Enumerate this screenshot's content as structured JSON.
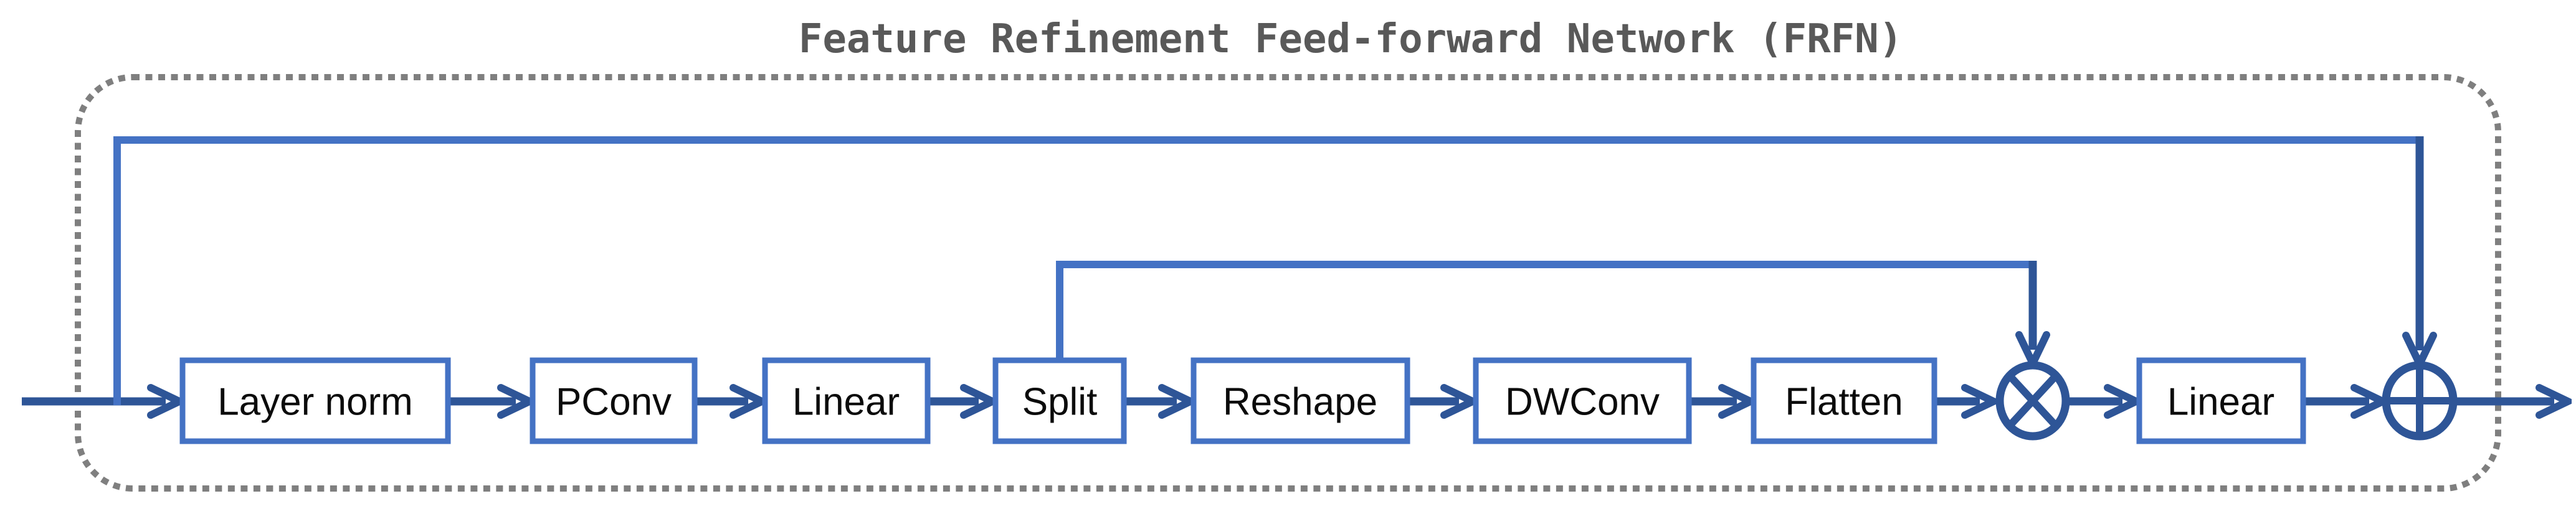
{
  "title": "Feature Refinement Feed-forward Network (FRFN)",
  "colors": {
    "background": "#FFFFFF",
    "frame_dotted": "#7F7F7F",
    "title_text": "#595959",
    "box_border": "#4472C4",
    "box_fill": "#FFFFFF",
    "box_text": "#0B0B0B",
    "main_arrow": "#2E5597",
    "skip_line": "#4472C4"
  },
  "diagram": {
    "nodes": [
      {
        "label": "Layer norm"
      },
      {
        "label": "PConv"
      },
      {
        "label": "Linear"
      },
      {
        "label": "Split"
      },
      {
        "label": "Reshape"
      },
      {
        "label": "DWConv"
      },
      {
        "label": "Flatten"
      },
      {
        "label": "Linear"
      }
    ],
    "operators": [
      {
        "name": "element-wise-multiply",
        "symbol": "⊗"
      },
      {
        "name": "element-wise-add",
        "symbol": "⊕"
      }
    ],
    "connections": {
      "main_path": [
        "input",
        "Layer norm",
        "PConv",
        "Linear",
        "Split",
        "Reshape",
        "DWConv",
        "Flatten",
        "⊗",
        "Linear",
        "⊕",
        "output"
      ],
      "skip_connections": [
        {
          "from": "input",
          "to": "⊕"
        },
        {
          "from": "Split",
          "to": "⊗"
        }
      ]
    }
  }
}
